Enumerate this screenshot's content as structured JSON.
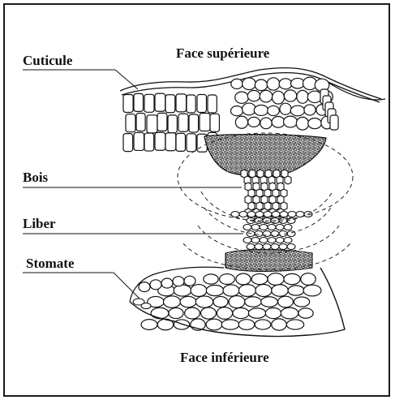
{
  "labels": {
    "face_superieure": "Face supérieure",
    "face_inferieure": "Face inférieure",
    "cuticule": "Cuticule",
    "bois": "Bois",
    "liber": "Liber",
    "stomate": "Stomate"
  },
  "colors": {
    "ink": "#111111",
    "background": "#ffffff",
    "sclerenchyma": "#3a3a3a"
  }
}
